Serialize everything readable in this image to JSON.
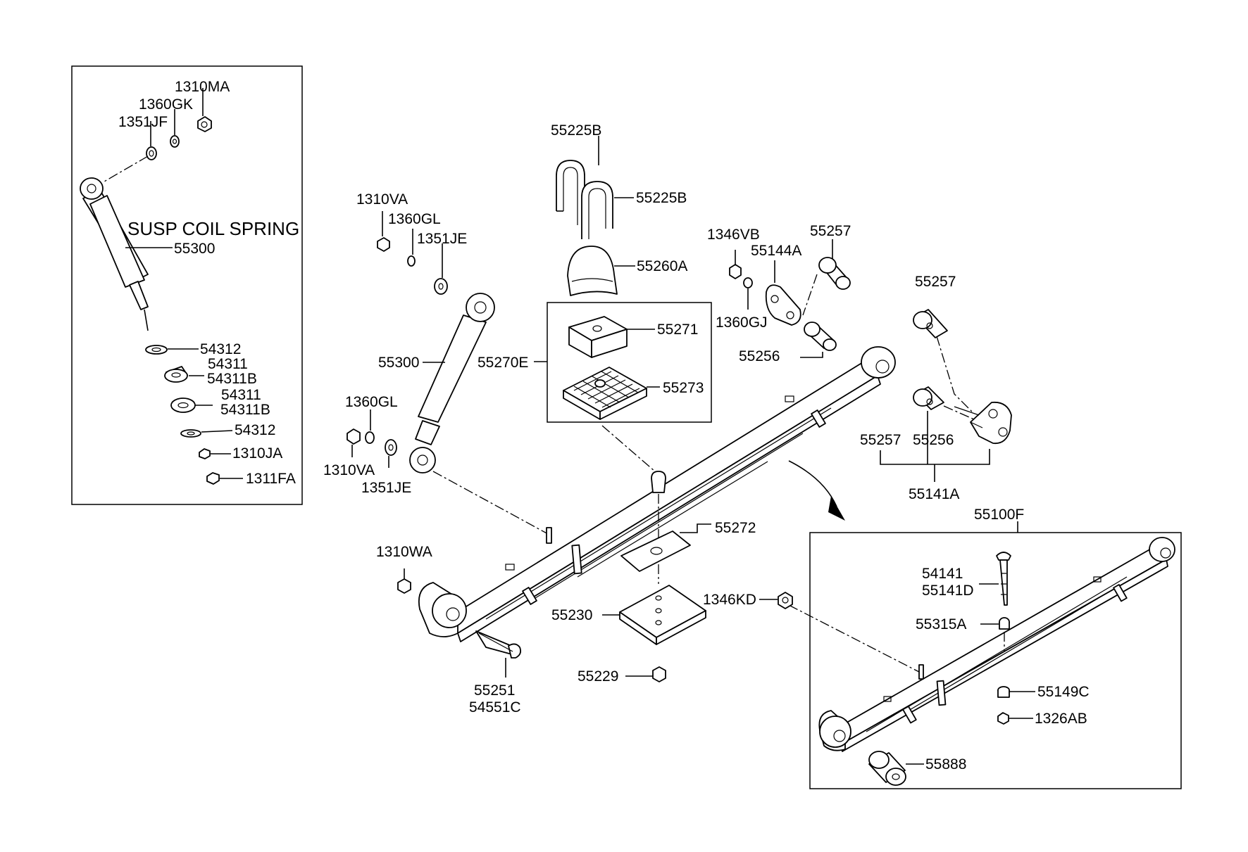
{
  "diagram": {
    "panel_title": "SUSP COIL SPRING",
    "labels": {
      "l_1310MA": "1310MA",
      "l_1360GK": "1360GK",
      "l_1351JF": "1351JF",
      "l_55300_inset": "55300",
      "l_54312_a": "54312",
      "l_54311_a": "54311",
      "l_54311B_a": "54311B",
      "l_54311_b": "54311",
      "l_54311B_b": "54311B",
      "l_54312_b": "54312",
      "l_1310JA": "1310JA",
      "l_1311FA": "1311FA",
      "l_55225B_top": "55225B",
      "l_55225B_right": "55225B",
      "l_55260A": "55260A",
      "l_1310VA_top": "1310VA",
      "l_1360GL_top": "1360GL",
      "l_1351JE_top": "1351JE",
      "l_55300_main": "55300",
      "l_55270E": "55270E",
      "l_55271": "55271",
      "l_55273": "55273",
      "l_1346VB": "1346VB",
      "l_55144A": "55144A",
      "l_55257_top": "55257",
      "l_1360GJ": "1360GJ",
      "l_55256_left": "55256",
      "l_55257_right": "55257",
      "l_55257_bottom": "55257",
      "l_55256_right": "55256",
      "l_55141A": "55141A",
      "l_1360GL_low": "1360GL",
      "l_1310VA_low": "1310VA",
      "l_1351JE_low": "1351JE",
      "l_55100F": "55100F",
      "l_55272": "55272",
      "l_1310WA": "1310WA",
      "l_55230": "55230",
      "l_1346KD": "1346KD",
      "l_55229": "55229",
      "l_55251": "55251",
      "l_54551C": "54551C",
      "l_54141": "54141",
      "l_55141D": "55141D",
      "l_55315A": "55315A",
      "l_55149C": "55149C",
      "l_1326AB": "1326AB",
      "l_55888": "55888"
    }
  }
}
